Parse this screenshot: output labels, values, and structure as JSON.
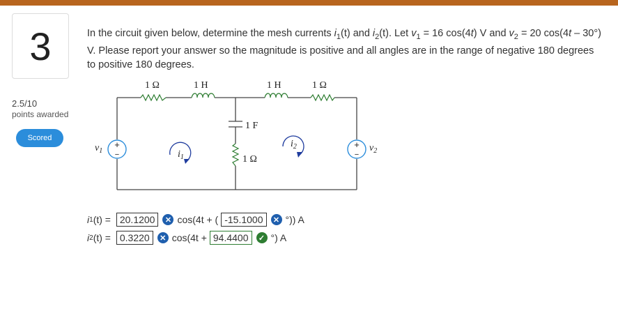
{
  "colors": {
    "topbar": "#b8651e",
    "scored_button": "#2b8ddb",
    "wire": "#444444",
    "arrow": "#1f3c9e",
    "source": "#2b8ddb",
    "wrong_mark": "#1f5fae",
    "right_mark": "#2e7d32"
  },
  "question": {
    "number": "3",
    "score": "2.5/10",
    "awarded_label": "points awarded",
    "scored_label": "Scored",
    "text_1": "In the circuit given below, determine the mesh currents ",
    "i1_sym": "i",
    "i1_sub": "1",
    "t_arg": "(t)",
    "and": " and ",
    "i2_sym": "i",
    "i2_sub": "2",
    "text_2": ". Let ",
    "v1_sym": "v",
    "v1_sub": "1",
    "text_3": " = 16 cos(4",
    "t": "t",
    "text_4": ") V and ",
    "v2_sym": "v",
    "v2_sub": "2",
    "text_5": " = 20 cos(4",
    "text_6": " – 30°) V. Please report your answer so the magnitude is positive and all angles are in the range of negative 180 degrees to positive 180 degrees."
  },
  "circuit": {
    "r_top_left": "1 Ω",
    "l_top_left": "1 H",
    "l_top_right": "1 H",
    "r_top_right": "1 Ω",
    "cap": "1 F",
    "r_mid": "1 Ω",
    "v1": "v",
    "v1_sub": "1",
    "v2": "v",
    "v2_sub": "2",
    "mesh1": "i",
    "mesh1_sub": "1",
    "mesh2": "i",
    "mesh2_sub": "2",
    "plus": "+",
    "minus": "−"
  },
  "answers": {
    "row1": {
      "label_sym": "i",
      "label_sub": "1",
      "label_rest": "(t) = ",
      "magnitude": "20.1200",
      "mid_text": "cos(4t + (",
      "angle": "-15.1000",
      "end_text": "°)) A",
      "mag_mark": "✕",
      "angle_mark": "✕"
    },
    "row2": {
      "label_sym": "i",
      "label_sub": "2",
      "label_rest": "(t) = ",
      "magnitude": "0.3220",
      "mid_text": "cos(4t + ",
      "angle": "94.4400",
      "end_text": "°) A",
      "mag_mark": "✕",
      "angle_mark": "✓"
    }
  }
}
